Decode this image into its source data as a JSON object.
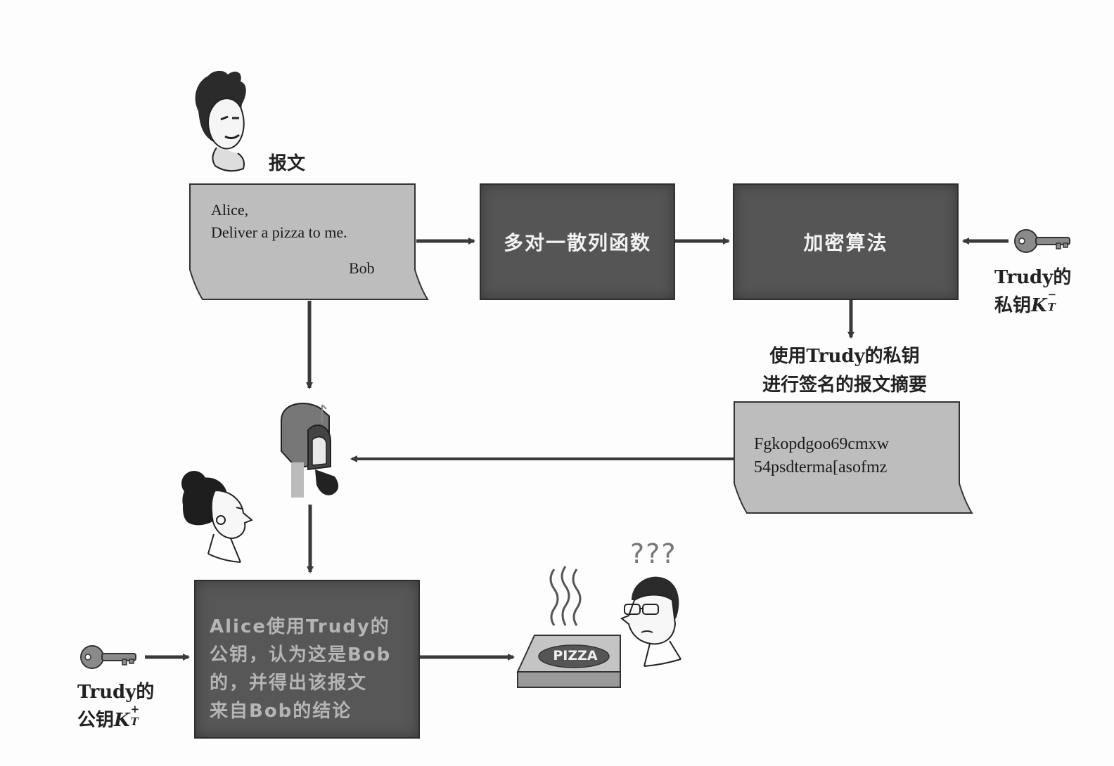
{
  "message_label": "报文",
  "message": {
    "line1": "Alice,",
    "line2": "Deliver a pizza to me.",
    "signature": "Bob"
  },
  "hash_box": "多对一散列函数",
  "encrypt_box": "加密算法",
  "private_key_label": {
    "line1": "Trudy的",
    "line2_prefix": "私钥",
    "key_symbol": "K",
    "superscript": "−",
    "subscript": "T"
  },
  "signed_digest_caption": {
    "line1": "使用Trudy的私钥",
    "line2": "进行签名的报文摘要"
  },
  "signed_digest": {
    "line1": "Fgkopdgoo69cmxw",
    "line2": "54psdterma[asofmz"
  },
  "conclusion": {
    "line1": "Alice使用Trudy的",
    "line2": "公钥，认为这是Bob",
    "line3": "的，并得出该报文",
    "line4": "来自Bob的结论"
  },
  "public_key_label": {
    "line1": "Trudy的",
    "line2_prefix": "公钥",
    "key_symbol": "K",
    "superscript": "+",
    "subscript": "T"
  },
  "pizza_label": "PIZZA",
  "confusion": "???"
}
